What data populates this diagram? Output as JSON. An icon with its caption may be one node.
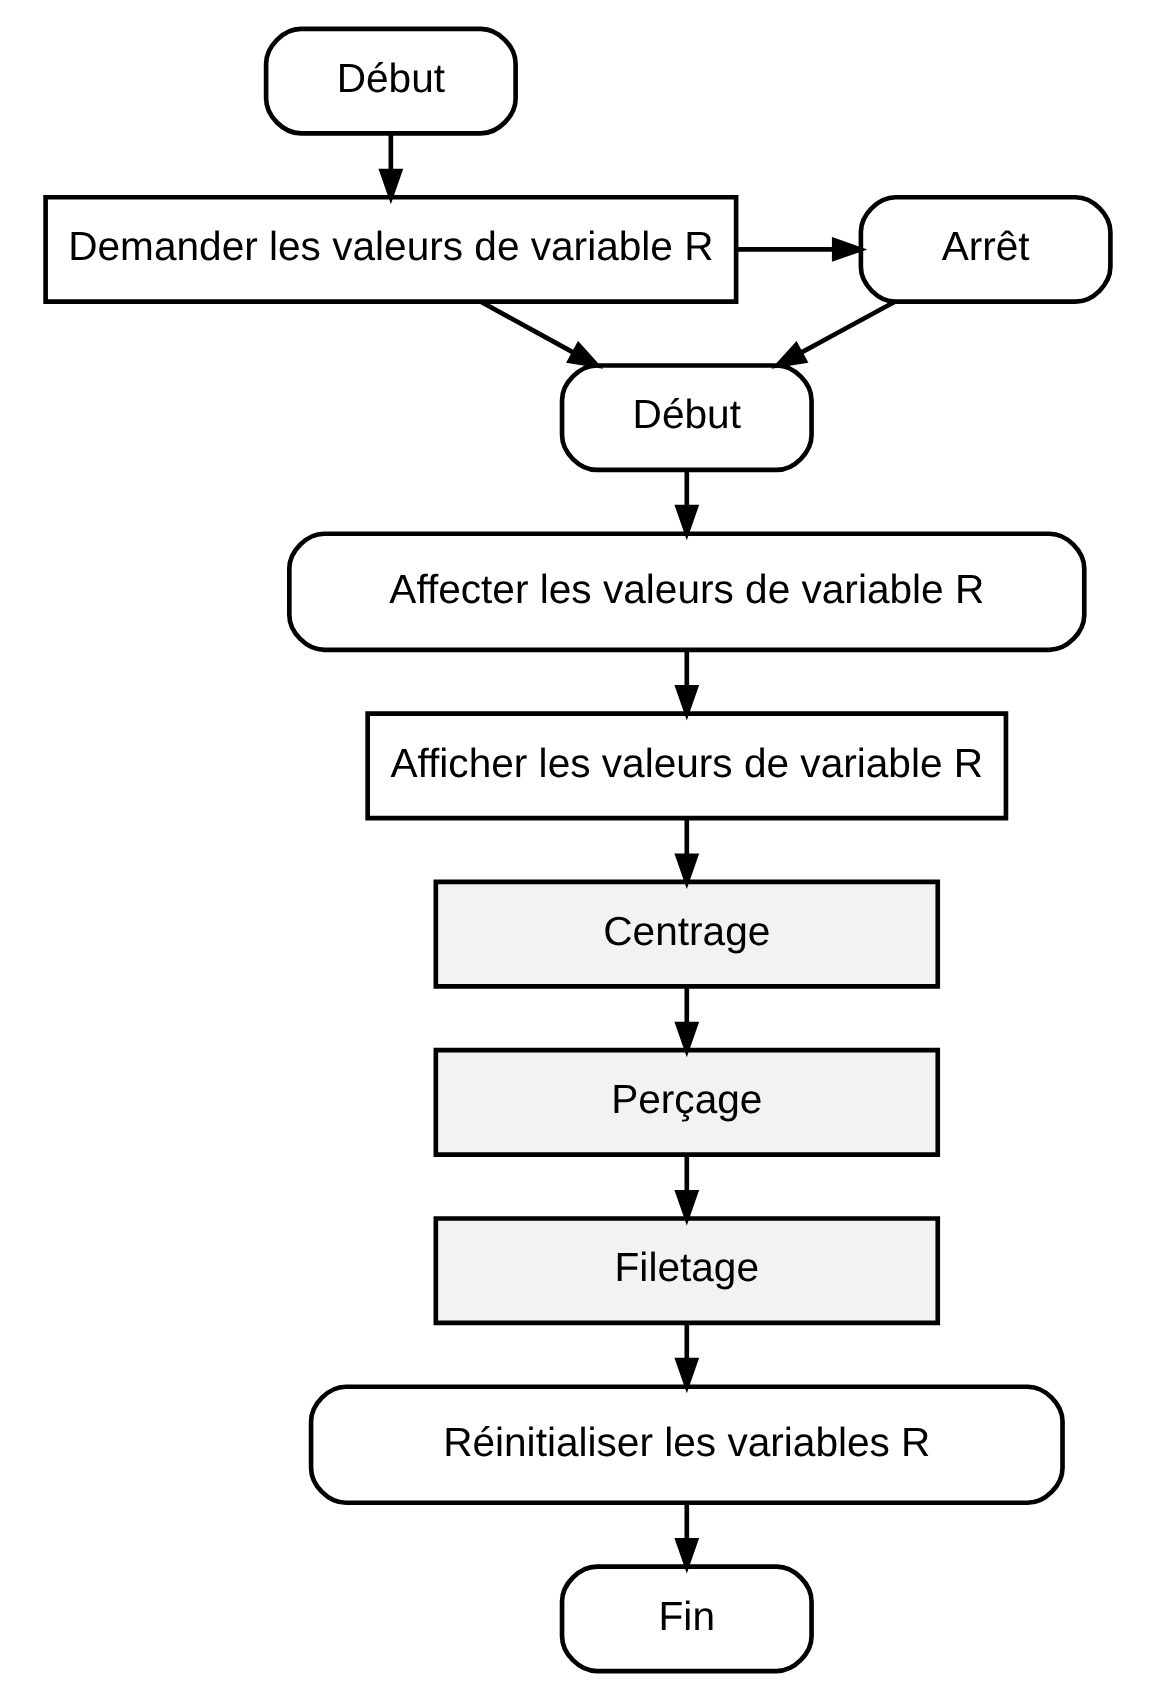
{
  "diagram": {
    "nodes": [
      {
        "text": [
          "Début"
        ]
      },
      {
        "text": [
          "Demander les valeurs de variable R"
        ]
      },
      {
        "text": [
          "Arrêt"
        ]
      },
      {
        "text": [
          "Début"
        ]
      },
      {
        "text": [
          "Affecter les valeurs de variable R"
        ]
      },
      {
        "text": [
          "Afficher les valeurs de variable R"
        ]
      },
      {
        "text": [
          "Centrage"
        ]
      },
      {
        "text": [
          "Perçage"
        ]
      },
      {
        "text": [
          "Filetage"
        ]
      },
      {
        "text": [
          "Réinitialiser les variables R"
        ]
      },
      {
        "text": [
          "Fin"
        ]
      }
    ],
    "edges": [
      {
        "from": 0,
        "to": 1,
        "arrow": "to"
      },
      {
        "from": 1,
        "to": 2,
        "arrow": "to"
      },
      {
        "from": 1,
        "to": 3,
        "arrow": "to"
      },
      {
        "from": 2,
        "to": 3,
        "arrow": "to"
      },
      {
        "from": 3,
        "to": 4,
        "arrow": "to"
      },
      {
        "from": 4,
        "to": 5,
        "arrow": "to"
      },
      {
        "from": 5,
        "to": 6,
        "arrow": "to"
      },
      {
        "from": 6,
        "to": 7,
        "arrow": "to"
      },
      {
        "from": 7,
        "to": 8,
        "arrow": "to"
      },
      {
        "from": 8,
        "to": 9,
        "arrow": "to"
      },
      {
        "from": 9,
        "to": 10,
        "arrow": "to"
      }
    ]
  }
}
